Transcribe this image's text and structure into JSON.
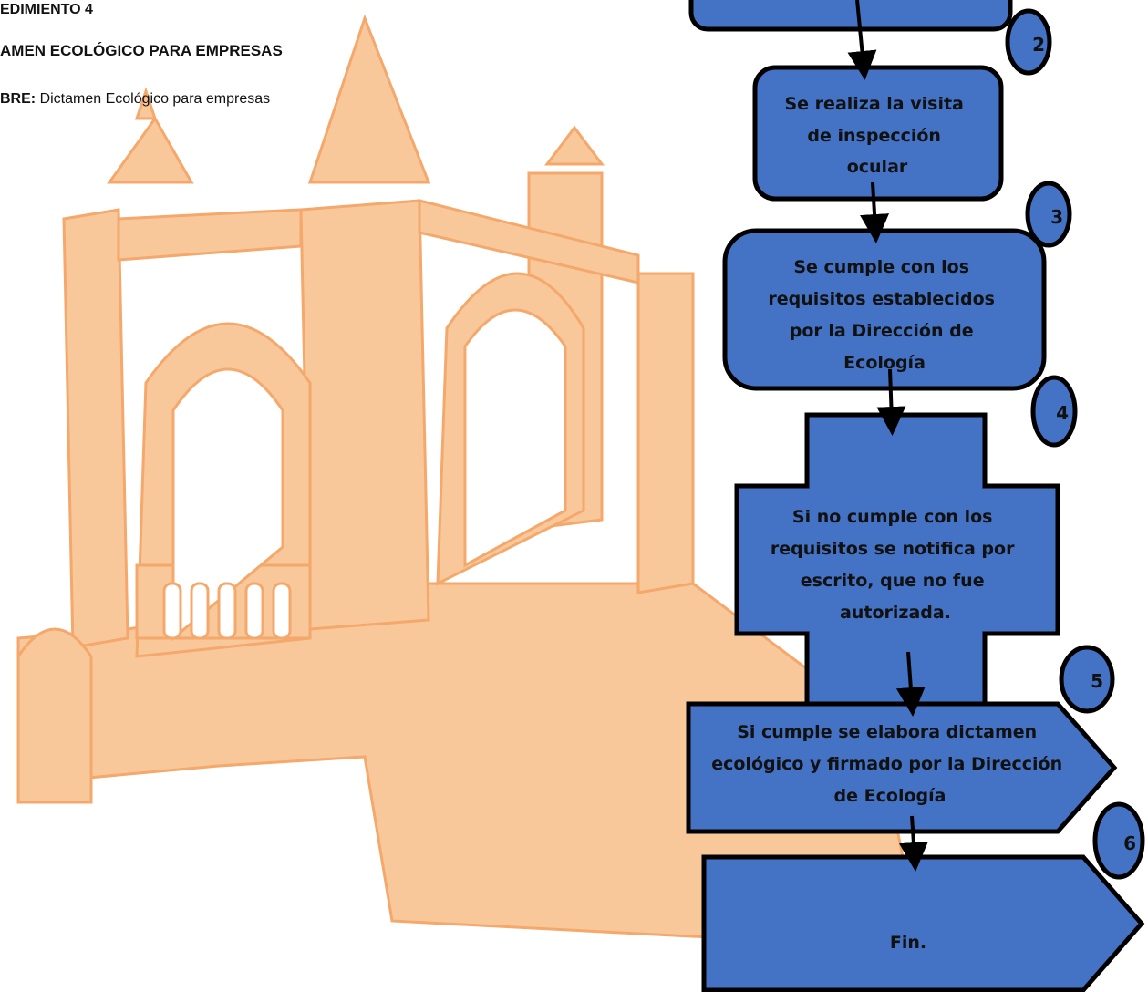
{
  "header": {
    "procedure_label": "EDIMIENTO 4",
    "title": "AMEN ECOLÓGICO PARA EMPRESAS",
    "name_prefix": "BRE:",
    "name_value": "Dictamen Ecológico para empresas"
  },
  "watermark": {
    "name": "building-arch-watermark",
    "color": "#f9c89a"
  },
  "flow": {
    "fill_color": "#4472c4",
    "stroke_color": "#000000",
    "nodes": [
      {
        "id": "box-top",
        "lines": []
      },
      {
        "id": "visita",
        "lines": [
          "Se realiza la visita",
          "de inspección",
          "ocular"
        ]
      },
      {
        "id": "requisitos",
        "lines": [
          "Se cumple con los",
          "requisitos establecidos",
          "por la Dirección de",
          "Ecología"
        ]
      },
      {
        "id": "no-cumple",
        "lines": [
          "Si no cumple con los",
          "requisitos se notifica por",
          "escrito, que no fue",
          "autorizada."
        ]
      },
      {
        "id": "cumple",
        "lines": [
          "Si cumple se elabora dictamen",
          "ecológico y firmado por la Dirección",
          "de Ecología"
        ]
      },
      {
        "id": "fin",
        "lines": [
          "Fin."
        ]
      }
    ],
    "badges": [
      "2",
      "3",
      "4",
      "5",
      "6"
    ]
  }
}
